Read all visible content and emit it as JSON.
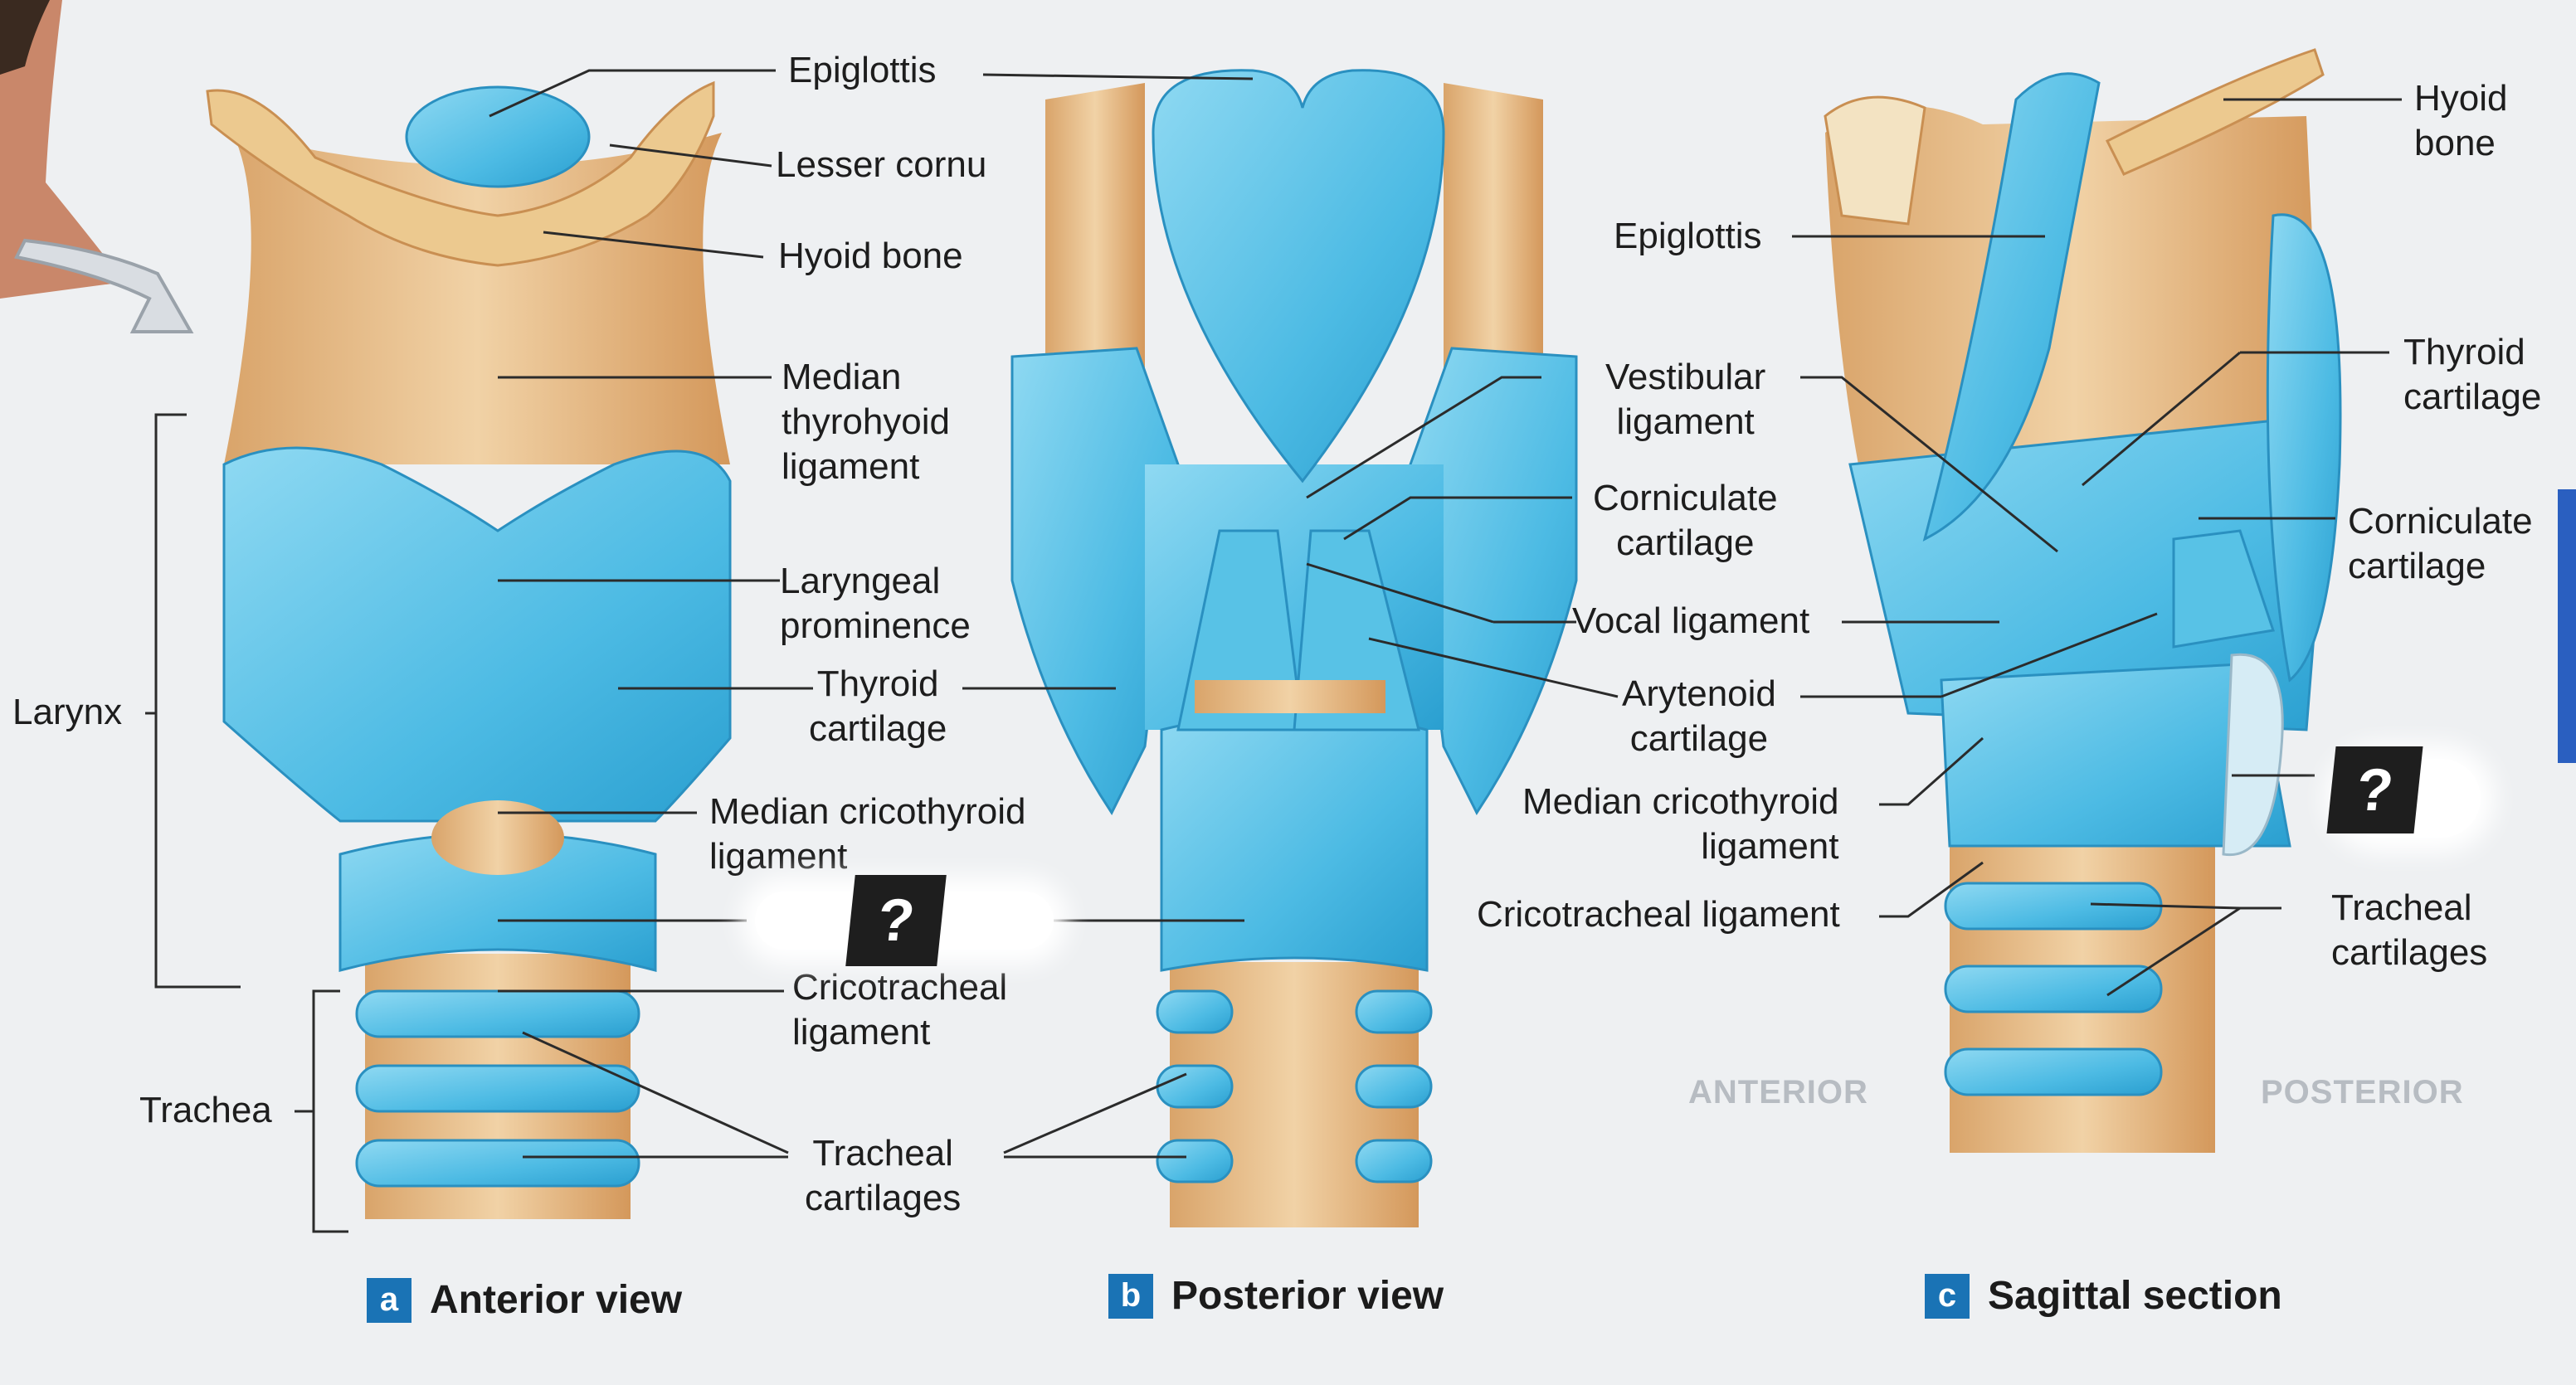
{
  "views": {
    "anterior": {
      "letter": "a",
      "title": "Anterior view"
    },
    "posterior": {
      "letter": "b",
      "title": "Posterior view"
    },
    "sagittal": {
      "letter": "c",
      "title": "Sagittal section"
    }
  },
  "anterior_labels": {
    "epiglottis": "Epiglottis",
    "lesser_cornu": "Lesser cornu",
    "hyoid_bone": "Hyoid bone",
    "median_thyrohyoid": "Median\nthyrohyoid\nligament",
    "laryngeal_prominence": "Laryngeal\nprominence",
    "thyroid_cartilage": "Thyroid\ncartilage",
    "median_cricothyroid": "Median cricothyroid\nligament",
    "cricotracheal": "Cricotracheal\nligament",
    "tracheal_cartilages": "Tracheal\ncartilages",
    "larynx": "Larynx",
    "trachea": "Trachea"
  },
  "sagittal_labels": {
    "hyoid_bone": "Hyoid\nbone",
    "epiglottis": "Epiglottis",
    "vestibular_ligament": "Vestibular\nligament",
    "corniculate_cartilage_center": "Corniculate\ncartilage",
    "vocal_ligament": "Vocal ligament",
    "arytenoid_cartilage": "Arytenoid\ncartilage",
    "median_cricothyroid": "Median cricothyroid\nligament",
    "cricotracheal": "Cricotracheal ligament",
    "thyroid_cartilage": "Thyroid\ncartilage",
    "corniculate_cartilage_right": "Corniculate\ncartilage",
    "tracheal_cartilages": "Tracheal\ncartilages",
    "anterior": "ANTERIOR",
    "posterior": "POSTERIOR"
  },
  "hidden_label_mark": "?",
  "colors": {
    "cartilage": "#5ec6e8",
    "cartilage_dark": "#2fa6d6",
    "ligament": "#e7c08e",
    "ligament_dark": "#c98f52",
    "badge": "#1a73b5",
    "background": "#eef0f2"
  }
}
